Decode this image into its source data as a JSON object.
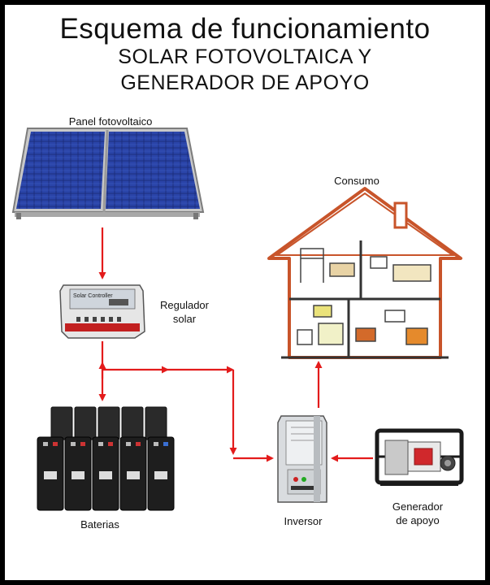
{
  "title": {
    "line1": "Esquema de funcionamiento",
    "line2": "SOLAR FOTOVOLTAICA Y",
    "line3": "GENERADOR DE APOYO"
  },
  "labels": {
    "panel": "Panel fotovoltaico",
    "regulator_line1": "Regulador",
    "regulator_line2": "solar",
    "consumption": "Consumo",
    "batteries": "Baterias",
    "inverter": "Inversor",
    "generator_line1": "Generador",
    "generator_line2": "de apoyo",
    "controller_device_text": "Solar Controller"
  },
  "colors": {
    "arrow": "#e31b1b",
    "house": "#c8542a",
    "panel": "#1d2f7e",
    "generator_frame": "#1a1a1a",
    "generator_engine": "#d0282c"
  },
  "icons": [
    "solar-panel",
    "charge-controller",
    "house",
    "battery-bank",
    "inverter",
    "generator"
  ]
}
